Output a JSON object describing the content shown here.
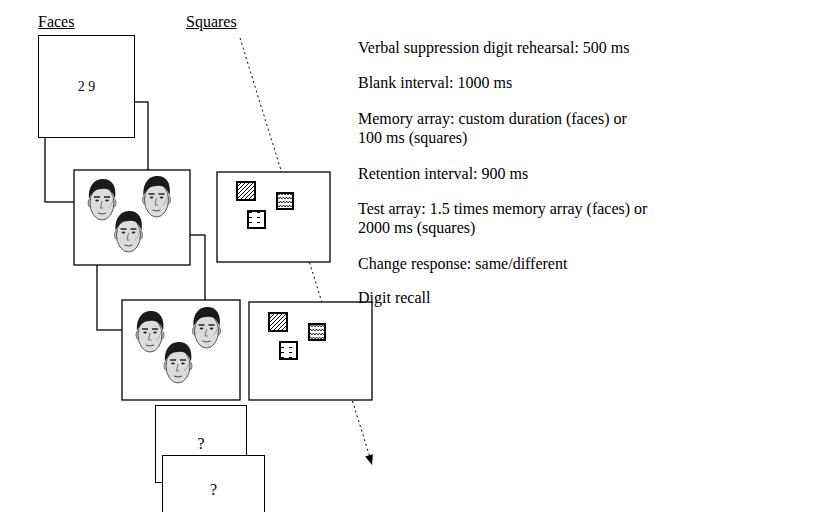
{
  "diagram": {
    "nodes": [
      {
        "text": [
          "2 9"
        ]
      },
      {
        "text": [
          "?"
        ]
      },
      {
        "text": [
          "?"
        ]
      }
    ],
    "labels": [
      "Faces",
      "Squares",
      "Verbal suppression digit rehearsal: 500 ms",
      "Blank interval: 1000 ms",
      "Memory array: custom duration (faces) or 100 ms (squares)",
      "Retention interval: 900 ms",
      "Test array: 1.5 times memory array (faces) or 2000 ms (squares)",
      "Change response: same/different",
      "Digit recall"
    ]
  }
}
